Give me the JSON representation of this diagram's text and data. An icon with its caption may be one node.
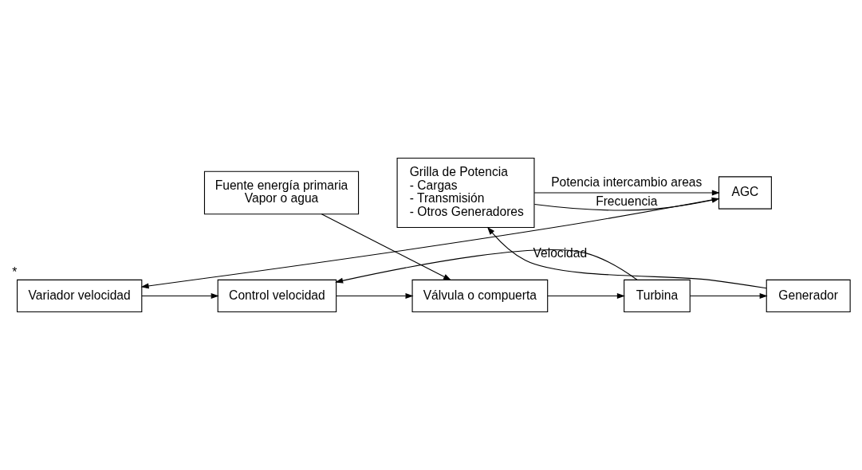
{
  "diagram": {
    "nodes": [
      {
        "text": [
          "AGC"
        ]
      },
      {
        "text": [
          "Grilla de Potencia",
          "- Cargas",
          "- Transmisión",
          "- Otros Generadores"
        ]
      },
      {
        "text": [
          "Fuente energía primaria",
          "Vapor o agua"
        ]
      },
      {
        "text": [
          "Variador velocidad"
        ],
        "beside": [
          "*"
        ]
      },
      {
        "text": [
          "Control velocidad"
        ]
      },
      {
        "text": [
          "Válvula o compuerta"
        ]
      },
      {
        "text": [
          "Turbina"
        ]
      },
      {
        "text": [
          "Generador"
        ]
      }
    ],
    "edges": [
      {
        "from": 1,
        "to": 0,
        "arrow": "to",
        "label": "Potencia intercambio areas"
      },
      {
        "from": 1,
        "to": 0,
        "arrow": "to",
        "label": "Frecuencia"
      },
      {
        "from": 0,
        "to": 3,
        "arrow": "to"
      },
      {
        "from": 2,
        "to": 5,
        "arrow": "to"
      },
      {
        "from": 3,
        "to": 4,
        "arrow": "to"
      },
      {
        "from": 4,
        "to": 5,
        "arrow": "to"
      },
      {
        "from": 5,
        "to": 6,
        "arrow": "to"
      },
      {
        "from": 6,
        "to": 7,
        "arrow": "to"
      },
      {
        "from": 7,
        "to": 1,
        "arrow": "to"
      },
      {
        "from": 6,
        "to": 4,
        "arrow": "to",
        "label": "Velocidad"
      }
    ]
  }
}
